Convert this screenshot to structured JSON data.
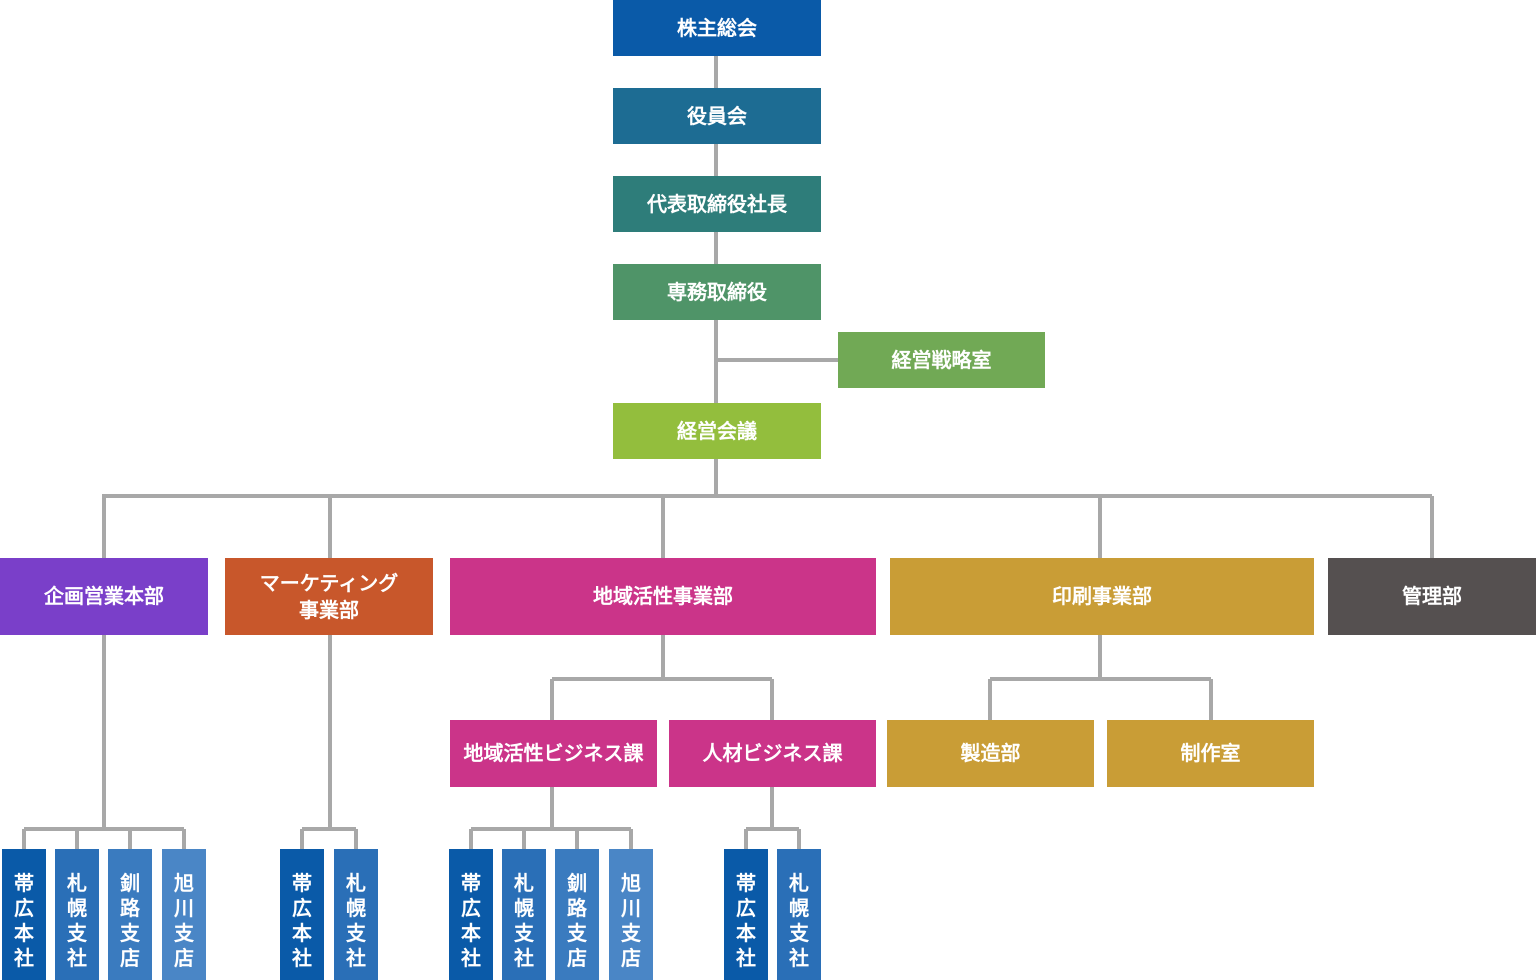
{
  "top": {
    "shareholders": "株主総会",
    "board": "役員会",
    "president": "代表取締役社長",
    "managing_director": "専務取締役",
    "strategy_office": "経営戦略室",
    "management_meeting": "経営会議"
  },
  "divisions": {
    "planning_sales": "企画営業本部",
    "marketing_line1": "マーケティング",
    "marketing_line2": "事業部",
    "regional": "地域活性事業部",
    "printing": "印刷事業部",
    "admin": "管理部"
  },
  "sections": {
    "regional_business": "地域活性ビジネス課",
    "hr_business": "人材ビジネス課",
    "manufacturing": "製造部",
    "production_office": "制作室"
  },
  "branches": {
    "obihiro": "帯広本社",
    "sapporo": "札幌支社",
    "kushiro": "釧路支店",
    "asahikawa": "旭川支店"
  },
  "colors": {
    "shareholders": "#0a5aa8",
    "board": "#1d6c93",
    "president": "#2e7d7a",
    "managing_director": "#4f9468",
    "strategy_office": "#71a955",
    "management_meeting": "#93be3d",
    "planning_sales": "#7a3fc9",
    "marketing": "#c8572b",
    "regional": "#cb3489",
    "printing": "#c99d36",
    "admin": "#555050",
    "branch_dark": "#0a5aa8",
    "branch_mid": "#2a6fb7",
    "branch_light": "#4a86c6",
    "line": "#a8a8a8"
  }
}
